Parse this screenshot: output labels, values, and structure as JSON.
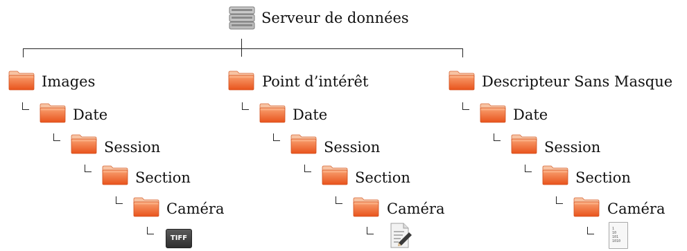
{
  "root": {
    "label": "Serveur de données",
    "icon": "server-icon"
  },
  "columns": [
    {
      "top": "Images",
      "levels": [
        "Date",
        "Session",
        "Section",
        "Caméra"
      ],
      "leaf": {
        "icon": "tiff-file-icon",
        "text": "TIFF"
      }
    },
    {
      "top": "Point d’intérêt",
      "levels": [
        "Date",
        "Session",
        "Section",
        "Caméra"
      ],
      "leaf": {
        "icon": "edit-document-icon"
      }
    },
    {
      "top": "Descripteur Sans Masque",
      "levels": [
        "Date",
        "Session",
        "Section",
        "Caméra"
      ],
      "leaf": {
        "icon": "binary-file-icon",
        "text": "1 10 101 1010"
      }
    }
  ],
  "colors": {
    "folder_top": "#f8a77a",
    "folder_body": "#f06a30",
    "folder_dark": "#d9531e"
  }
}
